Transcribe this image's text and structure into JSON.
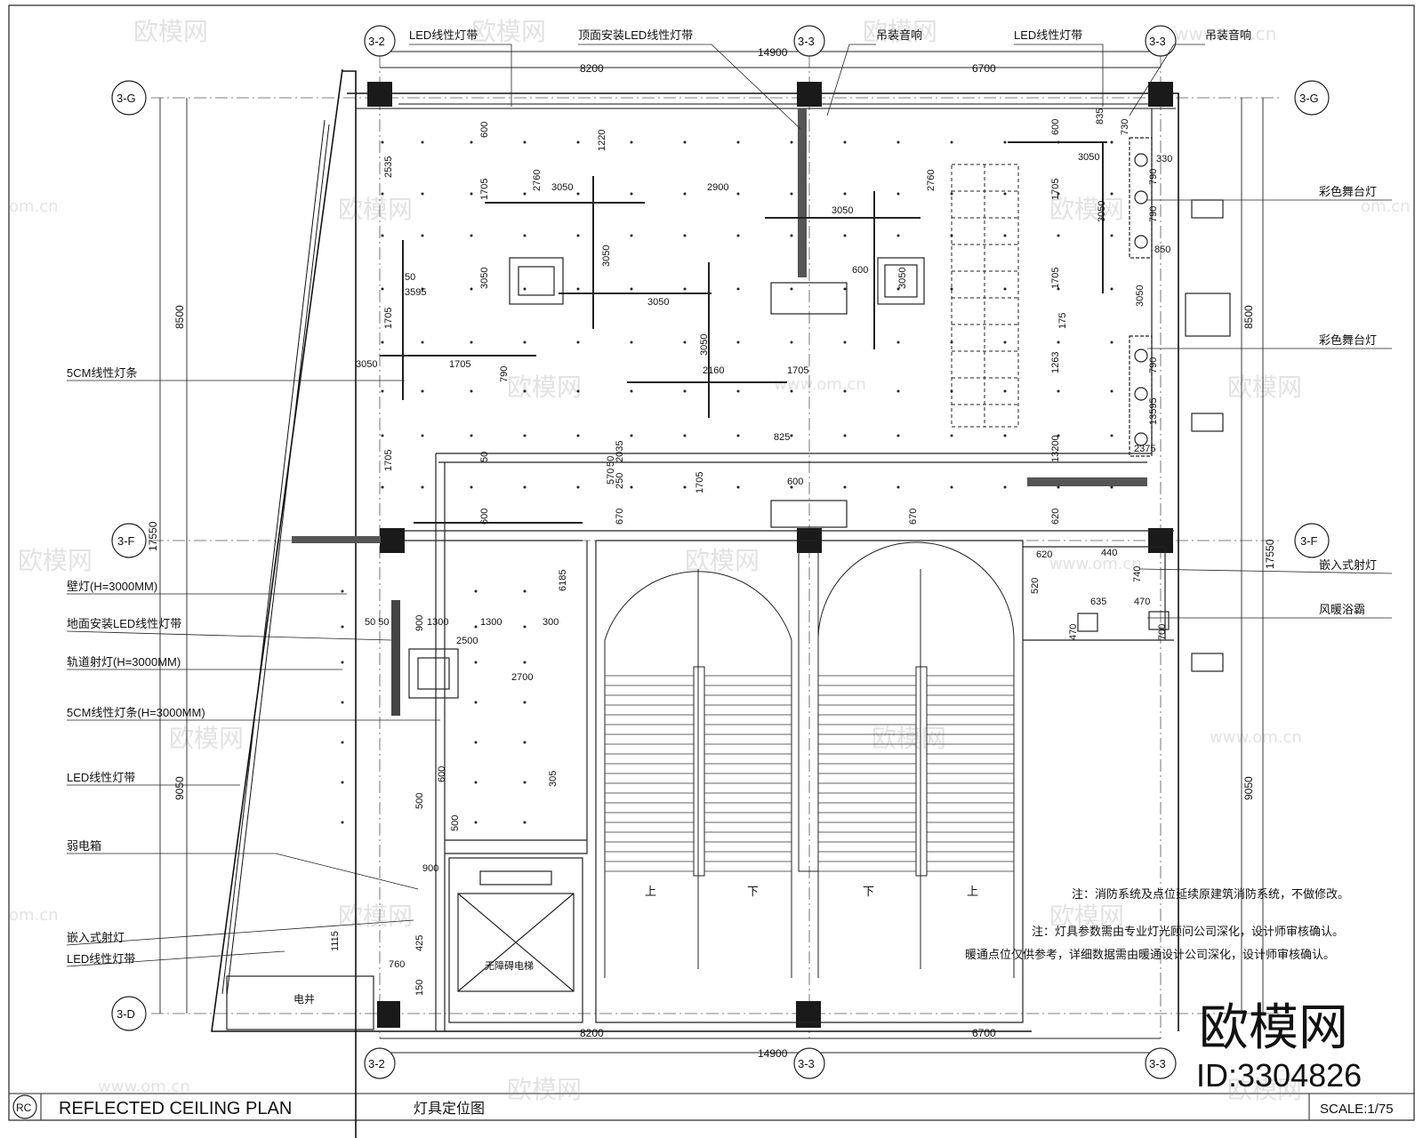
{
  "drawing": {
    "title_en": "REFLECTED CEILING PLAN",
    "title_cn": "灯具定位图",
    "scale": "SCALE:1/75",
    "rc_label": "RC"
  },
  "grid": {
    "top": [
      "3-2",
      "3-3",
      "3-3"
    ],
    "bottom": [
      "3-2",
      "3-3",
      "3-3"
    ],
    "left": [
      "3-G",
      "3-F",
      "3-D"
    ],
    "right": [
      "3-G",
      "3-F"
    ]
  },
  "dims": {
    "top_total": "14900",
    "top_left": "8200",
    "top_right": "6700",
    "bottom_total": "14900",
    "bottom_left": "8200",
    "bottom_right": "6700",
    "left_total": "17550",
    "left_upper": "8500",
    "left_lower": "9050",
    "right_total": "17550",
    "right_upper": "8500",
    "right_lower": "9050",
    "interior": [
      "600",
      "1220",
      "2535",
      "1705",
      "2760",
      "3050",
      "2900",
      "3050",
      "2760",
      "600",
      "835",
      "1705",
      "3050",
      "730",
      "330",
      "3050",
      "790",
      "790",
      "850",
      "3050",
      "3050",
      "1705",
      "50",
      "3595",
      "600",
      "3050",
      "1705",
      "3050",
      "3050",
      "1705",
      "2160",
      "1263",
      "3050",
      "3050",
      "175",
      "1705",
      "790",
      "790",
      "13595",
      "825",
      "2375",
      "1705",
      "50",
      "50",
      "570",
      "250",
      "2035",
      "1705",
      "13200",
      "600",
      "600",
      "670",
      "670",
      "620",
      "620",
      "440",
      "740",
      "520",
      "635",
      "470",
      "470",
      "700",
      "6185",
      "900",
      "50 50",
      "1300",
      "1300",
      "300",
      "2500",
      "2700",
      "600",
      "305",
      "500",
      "500",
      "900",
      "1115",
      "425",
      "760",
      "150"
    ]
  },
  "labels": {
    "top": [
      "LED线性灯带",
      "顶面安装LED线性灯带",
      "吊装音响",
      "LED线性灯带",
      "吊装音响"
    ],
    "left": [
      "5CM线性灯条",
      "壁灯(H=3000MM)",
      "地面安装LED线性灯带",
      "轨道射灯(H=3000MM)",
      "5CM线性灯条(H=3000MM)",
      "LED线性灯带",
      "弱电箱",
      "嵌入式射灯",
      "LED线性灯带"
    ],
    "right": [
      "彩色舞台灯",
      "彩色舞台灯",
      "嵌入式射灯",
      "风暖浴霸"
    ],
    "rooms": [
      "电井",
      "无障碍电梯"
    ],
    "stairs": [
      "上",
      "下",
      "下",
      "上"
    ]
  },
  "notes": [
    "注：消防系统及点位延续原建筑消防系统，不做修改。",
    "注：灯具参数需由专业灯光顾问公司深化，设计师审核确认。",
    "暖通点位仅供参考，详细数据需由暖通设计公司深化，设计师审核确认。"
  ],
  "watermark": {
    "brand": "欧模网",
    "site": "www.om.cn",
    "site_short": "om.cn",
    "id": "ID:3304826"
  }
}
